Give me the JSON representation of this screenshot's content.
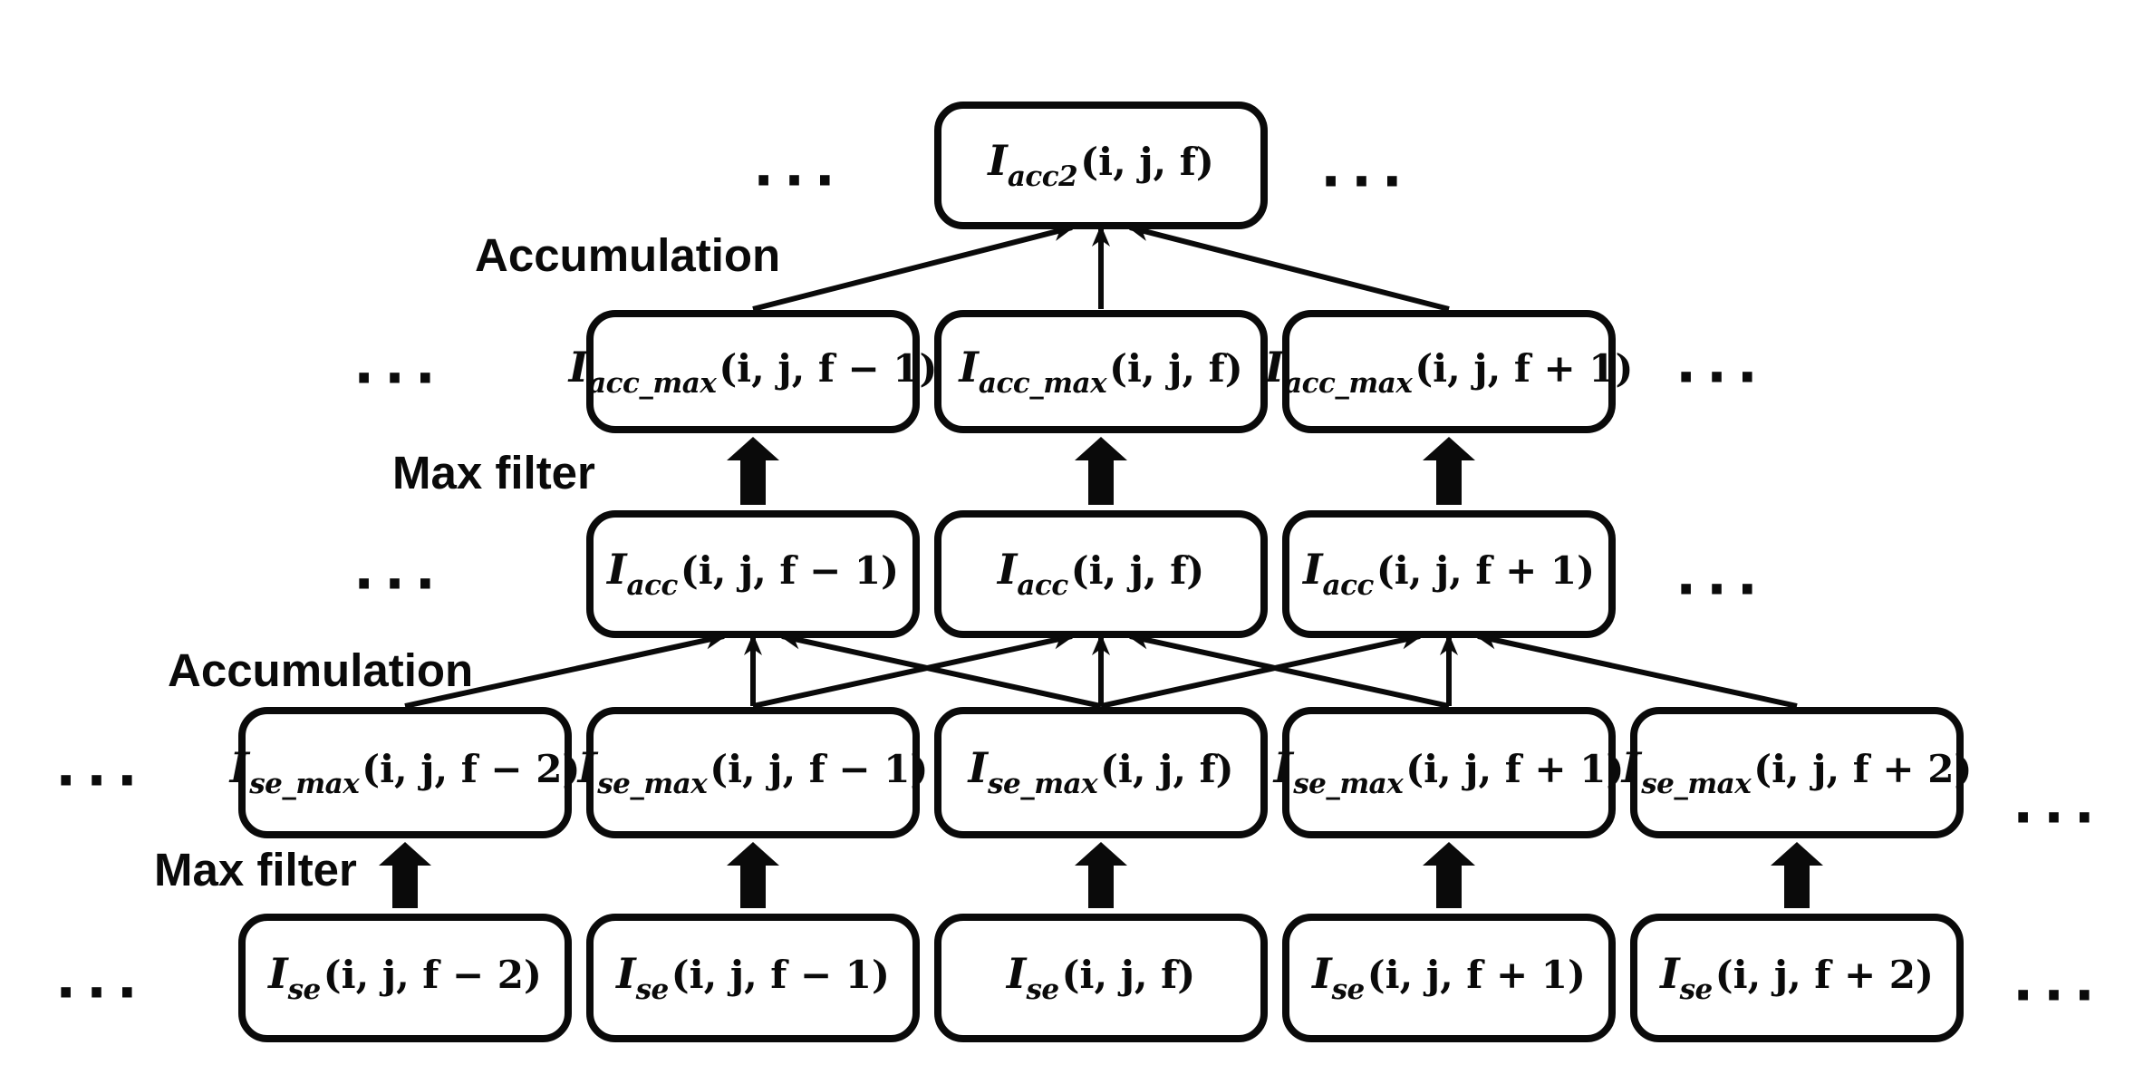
{
  "colors": {
    "ink": "#0a0a0a",
    "background": "#ffffff"
  },
  "ellipsis": "...",
  "stage_labels": {
    "accumulation_upper": "Accumulation",
    "max_filter_upper": "Max filter",
    "accumulation_lower": "Accumulation",
    "max_filter_lower": "Max filter"
  },
  "nodes": {
    "acc2": {
      "base": "I",
      "sub": "acc2",
      "args": "(i, j, f)"
    },
    "acc_max_m1": {
      "base": "I",
      "sub": "acc_max",
      "args": "(i, j, f − 1)"
    },
    "acc_max_0": {
      "base": "I",
      "sub": "acc_max",
      "args": "(i, j, f)"
    },
    "acc_max_p1": {
      "base": "I",
      "sub": "acc_max",
      "args": "(i, j, f + 1)"
    },
    "acc_m1": {
      "base": "I",
      "sub": "acc",
      "args": "(i, j, f − 1)"
    },
    "acc_0": {
      "base": "I",
      "sub": "acc",
      "args": "(i, j, f)"
    },
    "acc_p1": {
      "base": "I",
      "sub": "acc",
      "args": "(i, j, f + 1)"
    },
    "se_max_m2": {
      "base": "I",
      "sub": "se_max",
      "args": "(i, j, f − 2)"
    },
    "se_max_m1": {
      "base": "I",
      "sub": "se_max",
      "args": "(i, j, f − 1)"
    },
    "se_max_0": {
      "base": "I",
      "sub": "se_max",
      "args": "(i, j, f)"
    },
    "se_max_p1": {
      "base": "I",
      "sub": "se_max",
      "args": "(i, j, f + 1)"
    },
    "se_max_p2": {
      "base": "I",
      "sub": "se_max",
      "args": "(i, j, f + 2)"
    },
    "se_m2": {
      "base": "I",
      "sub": "se",
      "args": "(i, j, f − 2)"
    },
    "se_m1": {
      "base": "I",
      "sub": "se",
      "args": "(i, j, f − 1)"
    },
    "se_0": {
      "base": "I",
      "sub": "se",
      "args": "(i, j, f)"
    },
    "se_p1": {
      "base": "I",
      "sub": "se",
      "args": "(i, j, f + 1)"
    },
    "se_p2": {
      "base": "I",
      "sub": "se",
      "args": "(i, j, f + 2)"
    }
  },
  "diagram": {
    "edges": {
      "thin": [
        {
          "from": "se_max_m2",
          "to": "acc_m1"
        },
        {
          "from": "se_max_m1",
          "to": "acc_m1"
        },
        {
          "from": "se_max_0",
          "to": "acc_m1"
        },
        {
          "from": "se_max_m1",
          "to": "acc_0"
        },
        {
          "from": "se_max_0",
          "to": "acc_0"
        },
        {
          "from": "se_max_p1",
          "to": "acc_0"
        },
        {
          "from": "se_max_0",
          "to": "acc_p1"
        },
        {
          "from": "se_max_p1",
          "to": "acc_p1"
        },
        {
          "from": "se_max_p2",
          "to": "acc_p1"
        },
        {
          "from": "acc_max_m1",
          "to": "acc2"
        },
        {
          "from": "acc_max_0",
          "to": "acc2"
        },
        {
          "from": "acc_max_p1",
          "to": "acc2"
        }
      ],
      "thick": [
        {
          "from": "se_m2",
          "to": "se_max_m2"
        },
        {
          "from": "se_m1",
          "to": "se_max_m1"
        },
        {
          "from": "se_0",
          "to": "se_max_0"
        },
        {
          "from": "se_p1",
          "to": "se_max_p1"
        },
        {
          "from": "se_p2",
          "to": "se_max_p2"
        },
        {
          "from": "acc_m1",
          "to": "acc_max_m1"
        },
        {
          "from": "acc_0",
          "to": "acc_max_0"
        },
        {
          "from": "acc_p1",
          "to": "acc_max_p1"
        }
      ]
    }
  }
}
